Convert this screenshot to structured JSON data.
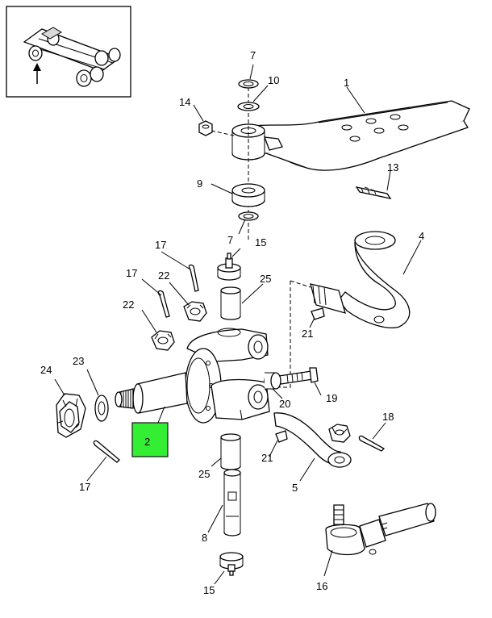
{
  "callouts": {
    "c1": "1",
    "c2": "2",
    "c4": "4",
    "c5": "5",
    "c7a": "7",
    "c7b": "7",
    "c8": "8",
    "c9": "9",
    "c10": "10",
    "c13": "13",
    "c14": "14",
    "c15a": "15",
    "c15b": "15",
    "c16": "16",
    "c17a": "17",
    "c17b": "17",
    "c17c": "17",
    "c18": "18",
    "c19": "19",
    "c20": "20",
    "c21a": "21",
    "c21b": "21",
    "c22a": "22",
    "c22b": "22",
    "c23": "23",
    "c24": "24",
    "c25a": "25",
    "c25b": "25"
  },
  "highlighted_callout": "2",
  "colors": {
    "highlight": "#33ee33",
    "line": "#000000",
    "background": "#ffffff"
  }
}
